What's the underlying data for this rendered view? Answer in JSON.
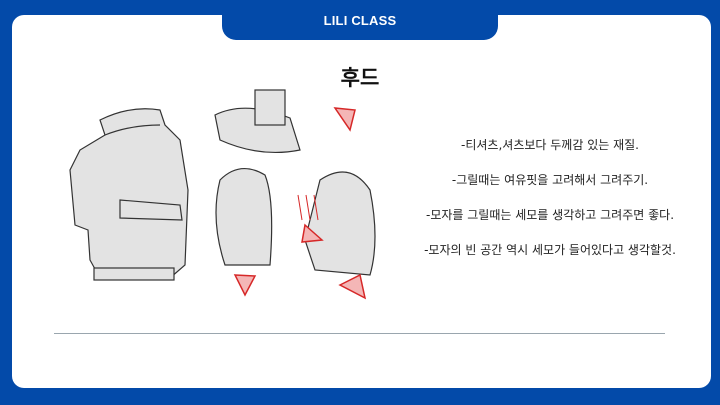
{
  "header": {
    "tab_label": "LILI CLASS"
  },
  "slide": {
    "title": "후드",
    "illustration": "hoodie-drawing-reference",
    "bullets": [
      "-티셔츠,셔츠보다 두께감 있는 재질.",
      "-그릴때는 여유핏을 고려해서 그려주기.",
      "-모자를 그릴때는 세모를 생각하고 그려주면 좋다.",
      "-모자의 빈 공간 역시 세모가 들어있다고 생각할것."
    ]
  },
  "colors": {
    "frame": "#034aa9",
    "accent_red": "#d62828",
    "sketch_fill": "#e3e3e3"
  }
}
